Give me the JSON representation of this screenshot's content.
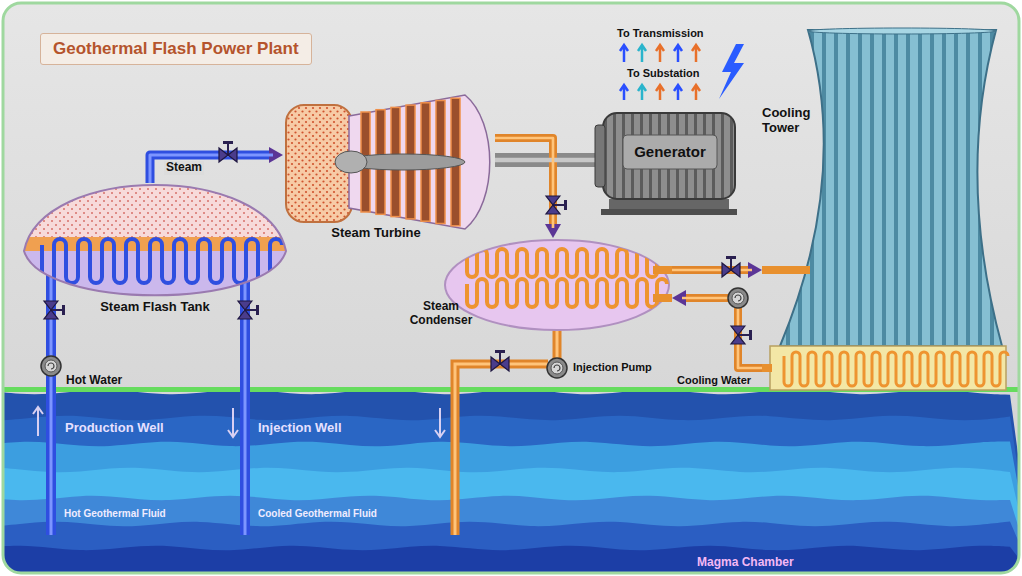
{
  "diagram": {
    "title": "Geothermal Flash Power Plant",
    "nodes": [
      {
        "text": [
          "Steam Turbine"
        ]
      },
      {
        "text": [
          "Generator"
        ]
      },
      {
        "text": [
          "Cooling Tower"
        ]
      },
      {
        "text": [
          "Steam Flash Tank"
        ]
      },
      {
        "text": [
          "Steam Condenser"
        ]
      }
    ],
    "edges": [
      {
        "from": 3,
        "to": 0,
        "label": "Steam",
        "arrow": "to"
      },
      {
        "from": 0,
        "to": 1,
        "arrow": "none"
      },
      {
        "from": 0,
        "to": 4,
        "arrow": "to"
      },
      {
        "from": 4,
        "to": 2,
        "arrow": "to"
      },
      {
        "from": 2,
        "to": 4,
        "arrow": "to"
      }
    ],
    "labels": [
      "To Transmission",
      "To Substation",
      "Hot Water",
      "Production Well",
      "Injection Well",
      "Hot Geothermal Fluid",
      "Cooled Geothermal Fluid",
      "Injection Pump",
      "Cooling Water",
      "Magma Chamber"
    ]
  }
}
